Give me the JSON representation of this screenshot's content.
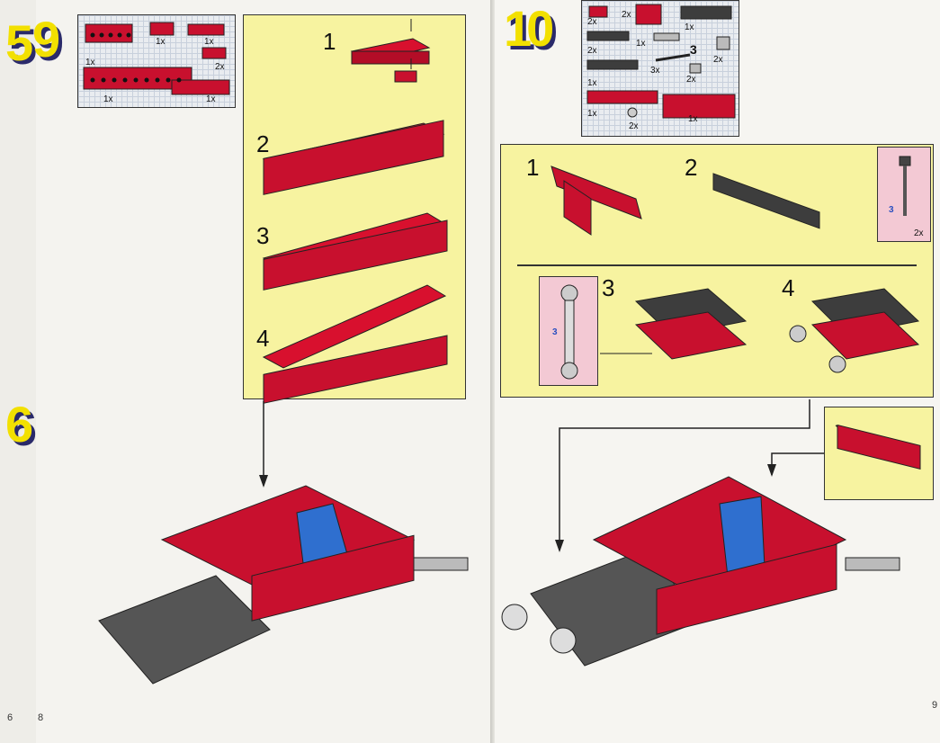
{
  "pages": {
    "back_edge": {
      "step_top": "5",
      "step_mid": "6",
      "page_number": "6"
    },
    "left": {
      "page_number": "8",
      "step": "9",
      "parts": [
        {
          "label": "1x"
        },
        {
          "label": "1x"
        },
        {
          "label": "1x"
        },
        {
          "label": "2x"
        },
        {
          "label": "1x"
        },
        {
          "label": "1x"
        }
      ],
      "substeps": [
        "1",
        "2",
        "3",
        "4"
      ]
    },
    "right": {
      "page_number": "9",
      "step": "10",
      "parts": [
        {
          "label": "2x"
        },
        {
          "label": "2x"
        },
        {
          "label": "1x"
        },
        {
          "label": "2x"
        },
        {
          "label": "1x"
        },
        {
          "label": "3"
        },
        {
          "label": "3x"
        },
        {
          "label": "2x"
        },
        {
          "label": "2x"
        },
        {
          "label": "1x"
        },
        {
          "label": "1x"
        },
        {
          "label": "2x"
        },
        {
          "label": "1x"
        }
      ],
      "substeps": [
        "1",
        "2",
        "3",
        "4"
      ],
      "axle_callout": {
        "length": "3",
        "qty": "2x"
      },
      "joint_callout": {
        "length": "3"
      }
    }
  },
  "colors": {
    "brick_red": "#c8102e",
    "dark_grey": "#3d3d3d",
    "panel_yellow": "#f7f3a0",
    "seat_blue": "#2f6fcf",
    "step_yellow": "#f2e000"
  }
}
